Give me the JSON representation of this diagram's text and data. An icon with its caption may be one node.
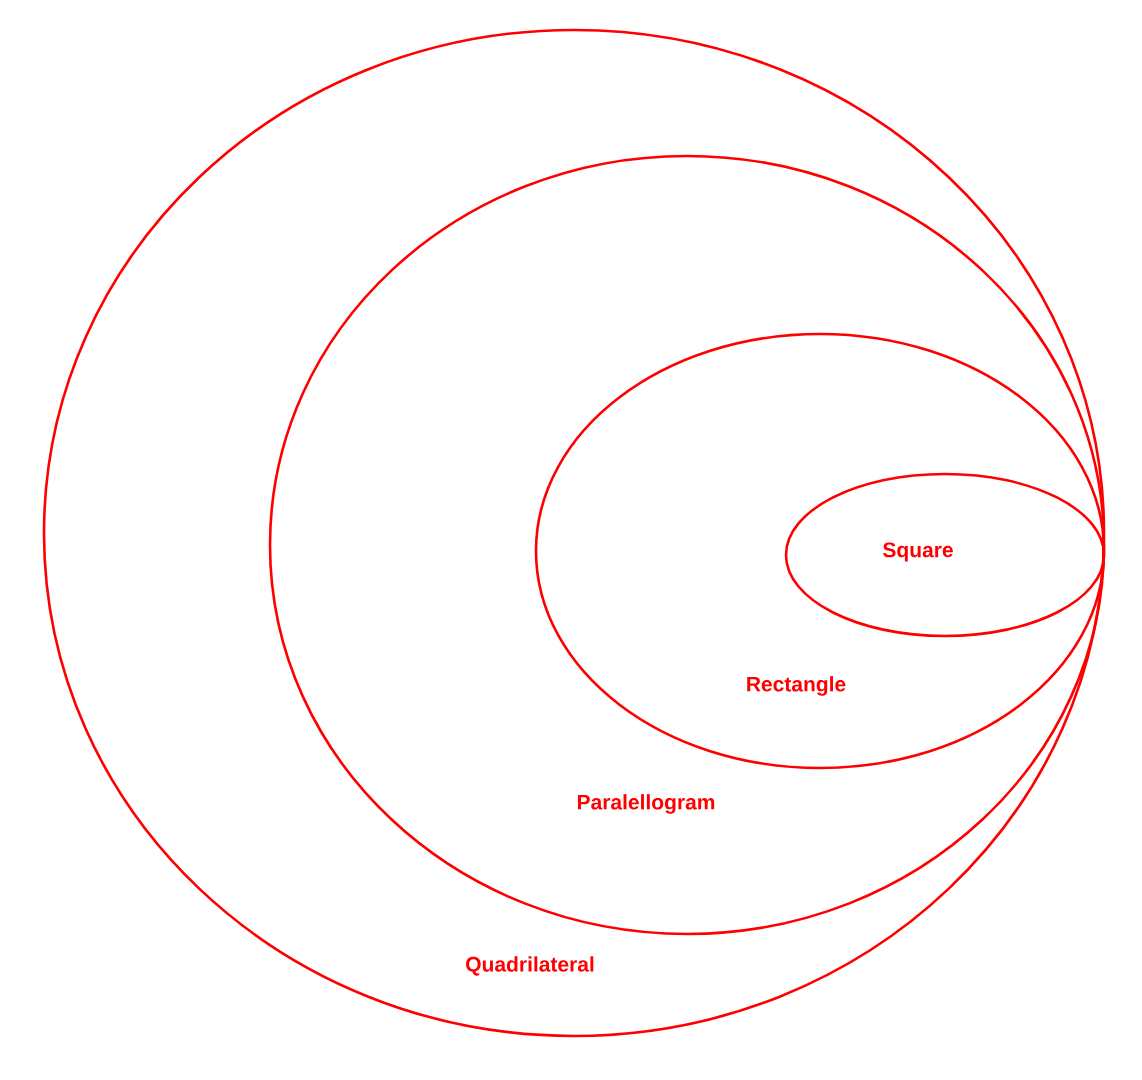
{
  "diagram": {
    "nodes": [
      {
        "text": [
          "Quadrilateral"
        ]
      },
      {
        "text": [
          "Paralellogram"
        ],
        "in": 0
      },
      {
        "text": [
          "Rectangle"
        ],
        "in": 1
      },
      {
        "text": [
          "Square"
        ],
        "in": 2
      }
    ]
  }
}
